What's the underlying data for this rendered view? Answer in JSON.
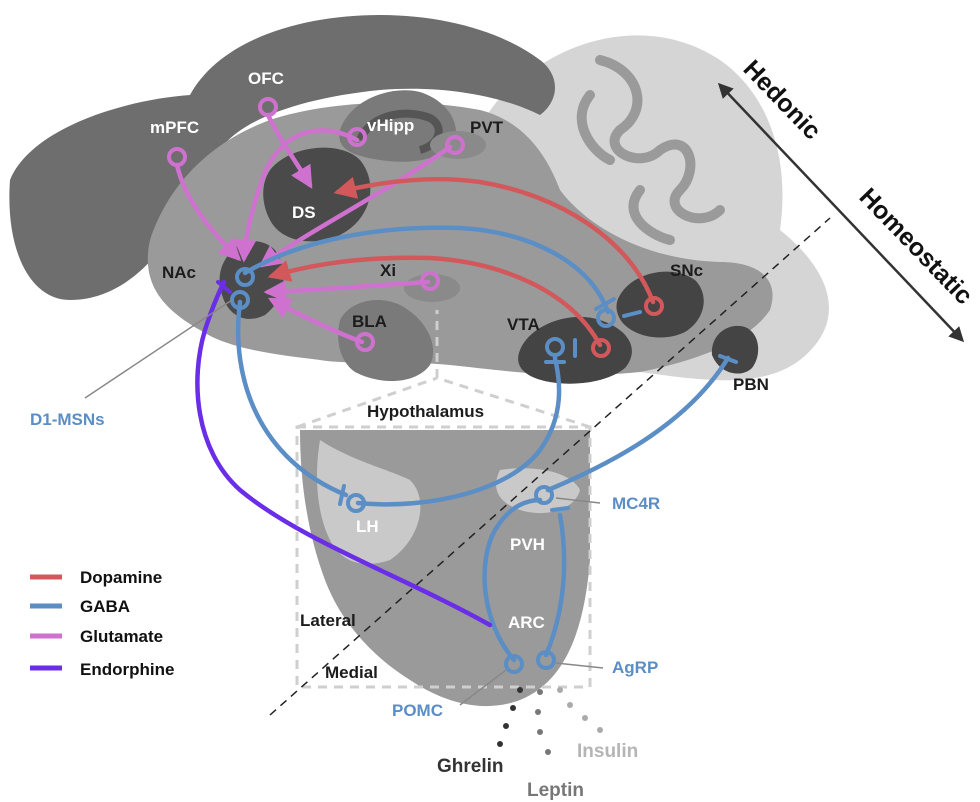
{
  "colors": {
    "dopamine": "#d2585b",
    "gaba": "#5b8ec5",
    "glutamate": "#cf72cf",
    "endorphine": "#6a2ee8",
    "brain_dark": "#6e6e6e",
    "brain_mid": "#9a9a9a",
    "brain_light": "#d5d5d5",
    "region_dark": "#444444"
  },
  "regions": {
    "mpfc": "mPFC",
    "ofc": "OFC",
    "vhipp": "vHipp",
    "pvt": "PVT",
    "ds": "DS",
    "nac": "NAc",
    "xi": "Xi",
    "bla": "BLA",
    "vta": "VTA",
    "snc": "SNc",
    "pbn": "PBN",
    "hypothalamus": "Hypothalamus",
    "lh": "LH",
    "pvh": "PVH",
    "arc": "ARC",
    "lateral": "Lateral",
    "medial": "Medial"
  },
  "cells": {
    "d1_msns": "D1-MSNs",
    "mc4r": "MC4R",
    "agrp": "AgRP",
    "pomc": "POMC"
  },
  "axis": {
    "hedonic": "Hedonic",
    "homeostatic": "Homeostatic"
  },
  "hormones": {
    "ghrelin": "Ghrelin",
    "leptin": "Leptin",
    "insulin": "Insulin"
  },
  "legend": [
    {
      "label": "Dopamine",
      "color": "#d2585b"
    },
    {
      "label": "GABA",
      "color": "#5b8ec5"
    },
    {
      "label": "Glutamate",
      "color": "#cf72cf"
    },
    {
      "label": "Endorphine",
      "color": "#6a2ee8"
    }
  ]
}
